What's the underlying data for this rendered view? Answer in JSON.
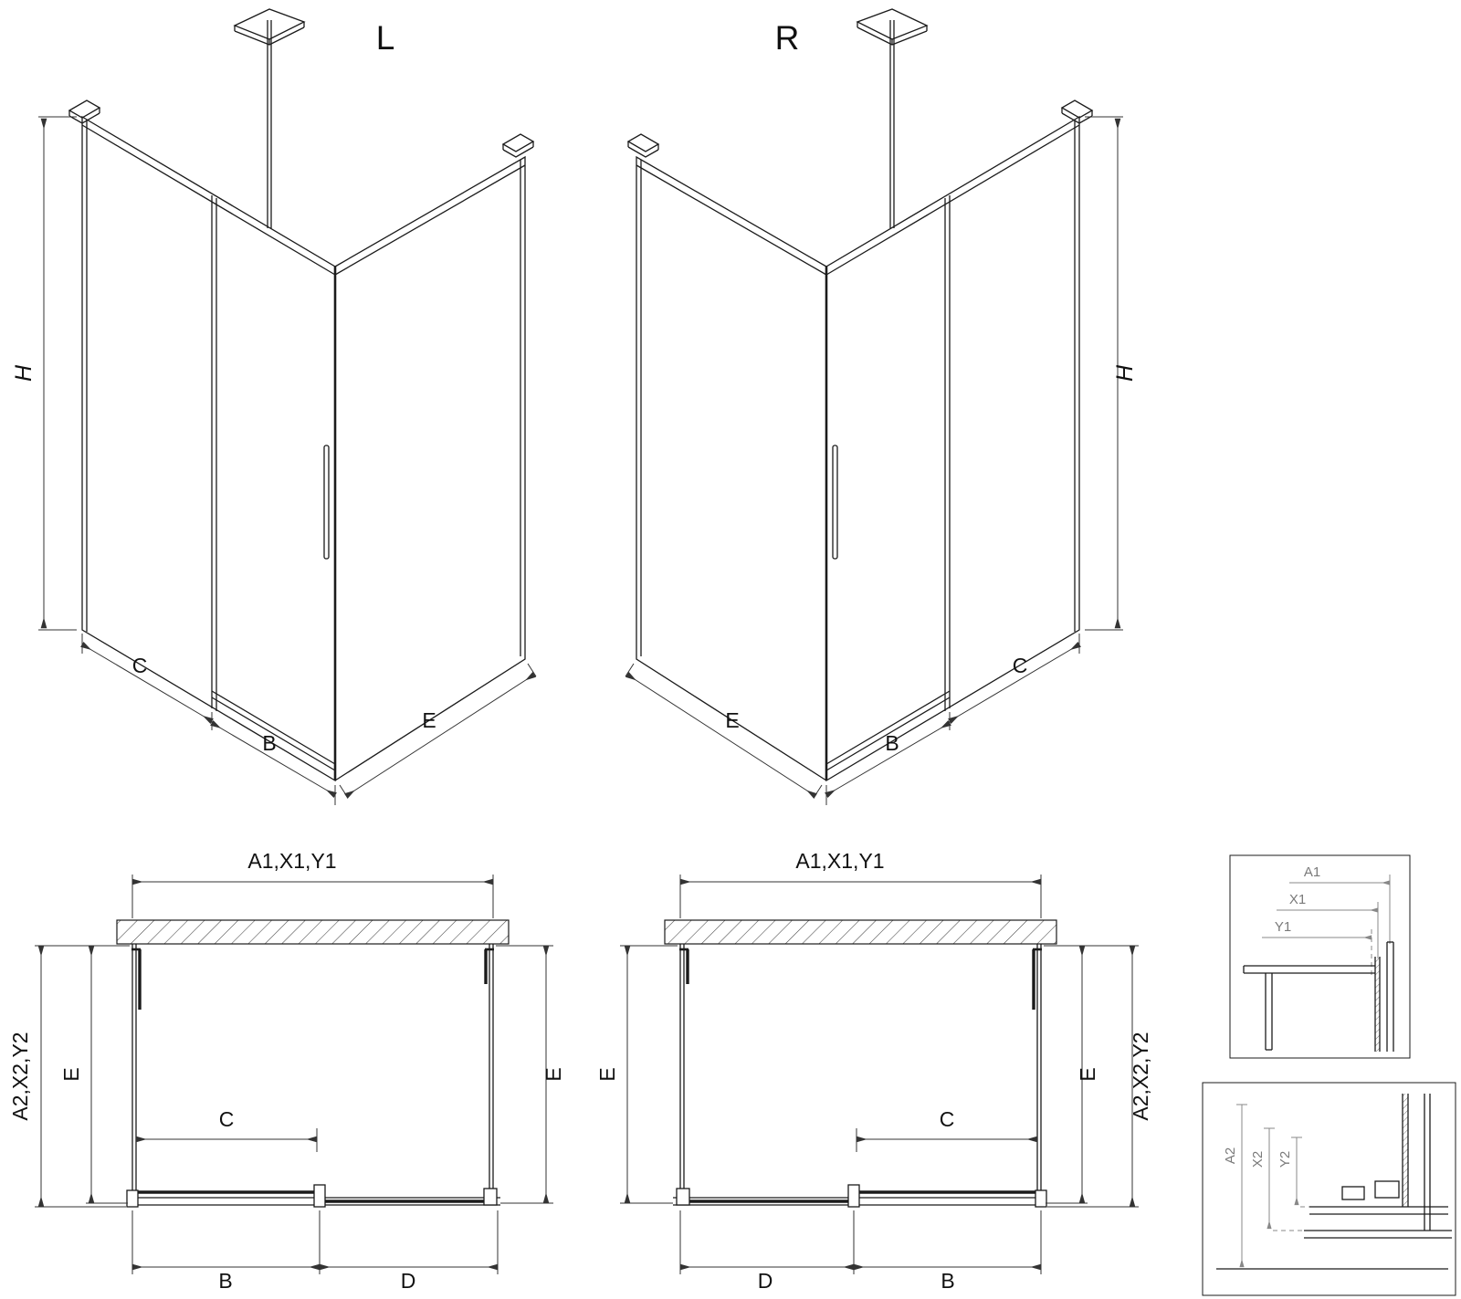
{
  "labels": {
    "iso_left": {
      "view": "L",
      "h": "H",
      "c": "C",
      "b": "B",
      "e": "E"
    },
    "iso_right": {
      "view": "R",
      "h": "H",
      "c": "C",
      "b": "B",
      "e": "E"
    },
    "plan_left": {
      "top": "A1,X1,Y1",
      "left_outer": "A2,X2,Y2",
      "left_inner": "E",
      "right": "E",
      "opening": "C",
      "bottom_left": "B",
      "bottom_right": "D"
    },
    "plan_right": {
      "top": "A1,X1,Y1",
      "left": "E",
      "right_inner": "E",
      "right_outer": "A2,X2,Y2",
      "opening": "C",
      "bottom_left": "D",
      "bottom_right": "B"
    },
    "detail_top": {
      "a1": "A1",
      "x1": "X1",
      "y1": "Y1"
    },
    "detail_bottom": {
      "a2": "A2",
      "x2": "X2",
      "y2": "Y2"
    }
  }
}
